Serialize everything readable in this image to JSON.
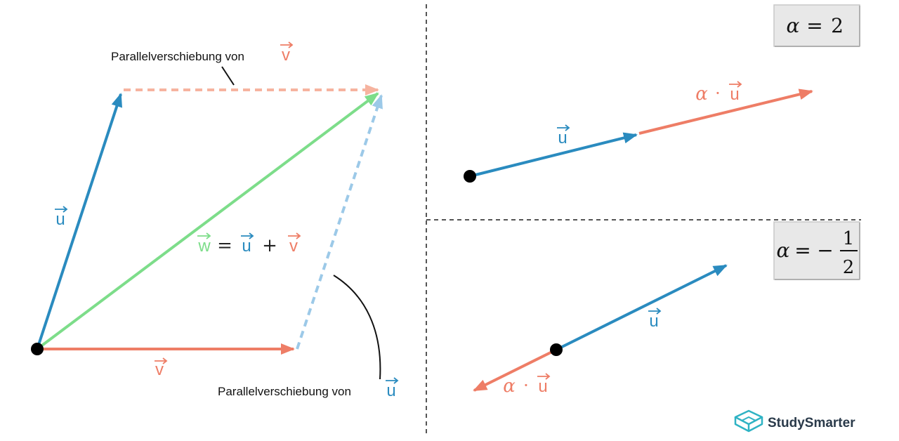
{
  "colors": {
    "blue": "#2a8bbf",
    "orange": "#ee7d66",
    "green": "#7ddd8a",
    "light_orange": "#f6b39f",
    "light_blue": "#9cc9e8",
    "dot": "#000000",
    "divider": "#555555",
    "box_fill": "#e8e8e8",
    "box_border": "#c8c8c8",
    "brand": "#2fb3c4"
  },
  "left_panel": {
    "label_u": "u",
    "label_v": "v",
    "equation": {
      "w": "w",
      "eq": "=",
      "u": "u",
      "plus": "+",
      "v": "v"
    },
    "caption_top": {
      "text": "Parallelverschiebung von",
      "vec": "v"
    },
    "caption_bottom": {
      "text": "Parallelverschiebung von",
      "vec": "u"
    }
  },
  "top_right": {
    "box": {
      "alpha": "α",
      "eq": "=",
      "value": "2"
    },
    "label_u": "u",
    "label_scaled": {
      "alpha": "α",
      "dot": "·",
      "vec": "u"
    }
  },
  "bottom_right": {
    "box": {
      "alpha": "α",
      "eq": "=",
      "minus": "−",
      "num": "1",
      "den": "2"
    },
    "label_u": "u",
    "label_scaled": {
      "alpha": "α",
      "dot": "·",
      "vec": "u"
    }
  },
  "brand": {
    "name": "StudySmarter",
    "icon": "studysmarter-logo-icon"
  }
}
